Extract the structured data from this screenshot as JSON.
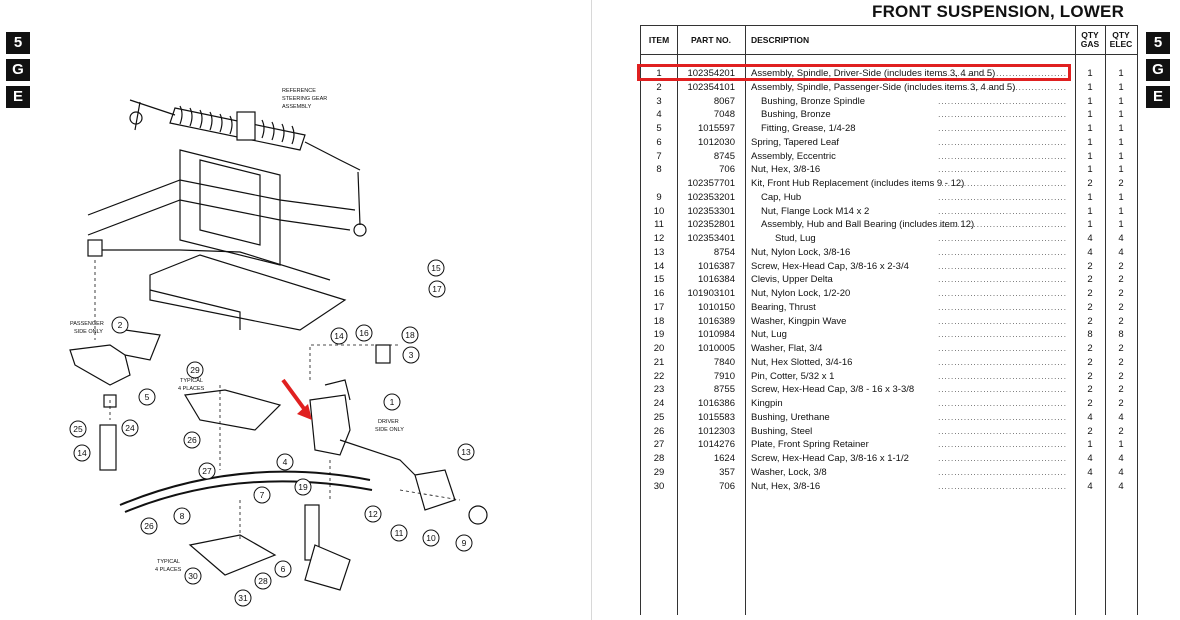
{
  "page": {
    "title": "FRONT SUSPENSION, LOWER",
    "section_tabs": [
      "5",
      "G",
      "E"
    ]
  },
  "table": {
    "headers": {
      "item": "ITEM",
      "part_no": "PART NO.",
      "description": "DESCRIPTION",
      "qty_gas": "QTY GAS",
      "qty_elec": "QTY ELEC"
    },
    "rows": [
      {
        "item": "1",
        "part": "102354201",
        "desc": "Assembly, Spindle, Driver-Side (includes items 3, 4 and 5)",
        "indent": 0,
        "gas": "1",
        "elec": "1"
      },
      {
        "item": "2",
        "part": "102354101",
        "desc": "Assembly, Spindle, Passenger-Side (includes items 3, 4 and 5)",
        "indent": 0,
        "gas": "1",
        "elec": "1"
      },
      {
        "item": "3",
        "part": "8067",
        "desc": "Bushing, Bronze Spindle",
        "indent": 1,
        "gas": "1",
        "elec": "1"
      },
      {
        "item": "4",
        "part": "7048",
        "desc": "Bushing, Bronze",
        "indent": 1,
        "gas": "1",
        "elec": "1"
      },
      {
        "item": "5",
        "part": "1015597",
        "desc": "Fitting, Grease, 1/4-28",
        "indent": 1,
        "gas": "1",
        "elec": "1"
      },
      {
        "item": "6",
        "part": "1012030",
        "desc": "Spring, Tapered Leaf",
        "indent": 0,
        "gas": "1",
        "elec": "1"
      },
      {
        "item": "7",
        "part": "8745",
        "desc": "Assembly, Eccentric",
        "indent": 0,
        "gas": "1",
        "elec": "1"
      },
      {
        "item": "8",
        "part": "706",
        "desc": "Nut, Hex, 3/8-16",
        "indent": 0,
        "gas": "1",
        "elec": "1"
      },
      {
        "item": "",
        "part": "102357701",
        "desc": "Kit, Front Hub Replacement (includes items 9 - 12)",
        "indent": 0,
        "gas": "2",
        "elec": "2"
      },
      {
        "item": "9",
        "part": "102353201",
        "desc": "Cap, Hub",
        "indent": 1,
        "gas": "1",
        "elec": "1"
      },
      {
        "item": "10",
        "part": "102353301",
        "desc": "Nut, Flange Lock M14 x 2",
        "indent": 1,
        "gas": "1",
        "elec": "1"
      },
      {
        "item": "11",
        "part": "102352801",
        "desc": "Assembly, Hub and Ball Bearing (includes item 12)",
        "indent": 1,
        "gas": "1",
        "elec": "1"
      },
      {
        "item": "12",
        "part": "102353401",
        "desc": "Stud, Lug",
        "indent": 2,
        "gas": "4",
        "elec": "4"
      },
      {
        "item": "13",
        "part": "8754",
        "desc": "Nut, Nylon Lock, 3/8-16",
        "indent": 0,
        "gas": "4",
        "elec": "4"
      },
      {
        "item": "14",
        "part": "1016387",
        "desc": "Screw, Hex-Head Cap, 3/8-16 x 2-3/4",
        "indent": 0,
        "gas": "2",
        "elec": "2"
      },
      {
        "item": "15",
        "part": "1016384",
        "desc": "Clevis, Upper Delta",
        "indent": 0,
        "gas": "2",
        "elec": "2"
      },
      {
        "item": "16",
        "part": "101903101",
        "desc": "Nut, Nylon Lock, 1/2-20",
        "indent": 0,
        "gas": "2",
        "elec": "2"
      },
      {
        "item": "17",
        "part": "1010150",
        "desc": "Bearing, Thrust",
        "indent": 0,
        "gas": "2",
        "elec": "2"
      },
      {
        "item": "18",
        "part": "1016389",
        "desc": "Washer, Kingpin Wave",
        "indent": 0,
        "gas": "2",
        "elec": "2"
      },
      {
        "item": "19",
        "part": "1010984",
        "desc": "Nut, Lug",
        "indent": 0,
        "gas": "8",
        "elec": "8"
      },
      {
        "item": "20",
        "part": "1010005",
        "desc": "Washer, Flat, 3/4",
        "indent": 0,
        "gas": "2",
        "elec": "2"
      },
      {
        "item": "21",
        "part": "7840",
        "desc": "Nut, Hex Slotted, 3/4-16",
        "indent": 0,
        "gas": "2",
        "elec": "2"
      },
      {
        "item": "22",
        "part": "7910",
        "desc": "Pin, Cotter, 5/32 x 1",
        "indent": 0,
        "gas": "2",
        "elec": "2"
      },
      {
        "item": "23",
        "part": "8755",
        "desc": "Screw, Hex-Head Cap, 3/8 - 16 x 3-3/8",
        "indent": 0,
        "gas": "2",
        "elec": "2"
      },
      {
        "item": "24",
        "part": "1016386",
        "desc": "Kingpin",
        "indent": 0,
        "gas": "2",
        "elec": "2"
      },
      {
        "item": "25",
        "part": "1015583",
        "desc": "Bushing, Urethane",
        "indent": 0,
        "gas": "4",
        "elec": "4"
      },
      {
        "item": "26",
        "part": "1012303",
        "desc": "Bushing, Steel",
        "indent": 0,
        "gas": "2",
        "elec": "2"
      },
      {
        "item": "27",
        "part": "1014276",
        "desc": "Plate, Front Spring Retainer",
        "indent": 0,
        "gas": "1",
        "elec": "1"
      },
      {
        "item": "28",
        "part": "1624",
        "desc": "Screw, Hex-Head Cap, 3/8-16 x 1-1/2",
        "indent": 0,
        "gas": "4",
        "elec": "4"
      },
      {
        "item": "29",
        "part": "357",
        "desc": "Washer, Lock, 3/8",
        "indent": 0,
        "gas": "4",
        "elec": "4"
      },
      {
        "item": "30",
        "part": "706",
        "desc": "Nut, Hex, 3/8-16",
        "indent": 0,
        "gas": "4",
        "elec": "4"
      }
    ]
  },
  "diagram": {
    "labels": {
      "reference_steering": [
        "REFERENCE",
        "STEERING GEAR",
        "ASSEMBLY"
      ],
      "passenger_side": [
        "PASSENGER",
        "SIDE ONLY"
      ],
      "driver_side": [
        "DRIVER",
        "SIDE ONLY"
      ],
      "typical_upper": [
        "TYPICAL",
        "4 PLACES"
      ],
      "typical_lower": [
        "TYPICAL",
        "4 PLACES"
      ]
    },
    "callouts": [
      "15",
      "17",
      "14",
      "16",
      "18",
      "3",
      "2",
      "5",
      "29",
      "1",
      "25",
      "24",
      "14",
      "26",
      "27",
      "4",
      "19",
      "7",
      "12",
      "13",
      "11",
      "10",
      "9",
      "8",
      "26",
      "6",
      "28",
      "30",
      "31"
    ]
  },
  "colors": {
    "highlight": "#e02020",
    "arrow": "#e02020",
    "ink": "#111111"
  }
}
